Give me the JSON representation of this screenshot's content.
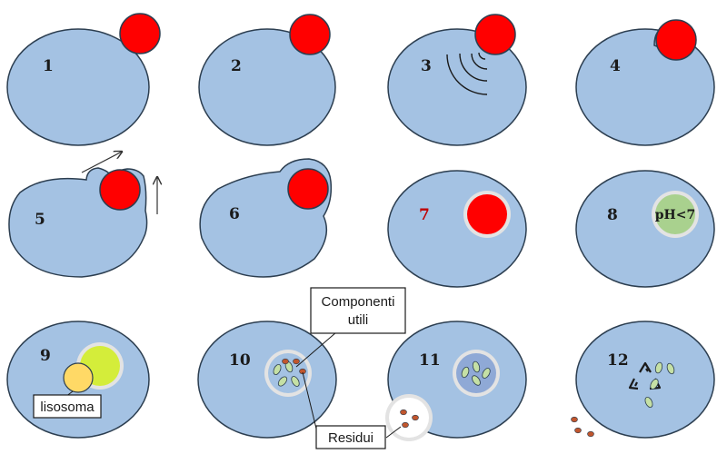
{
  "steps": [
    {
      "number": "1"
    },
    {
      "number": "2"
    },
    {
      "number": "3"
    },
    {
      "number": "4"
    },
    {
      "number": "5"
    },
    {
      "number": "6"
    },
    {
      "number": "7"
    },
    {
      "number": "8"
    },
    {
      "number": "9"
    },
    {
      "number": "10"
    },
    {
      "number": "11"
    },
    {
      "number": "12"
    }
  ],
  "labels": {
    "ph": "pH<7",
    "lisosoma": "lisosoma",
    "componenti_line1": "Componenti",
    "componenti_line2": "utili",
    "residui": "Residui"
  },
  "icons": {
    "recycle": "recycle-icon"
  },
  "colors": {
    "cell_fill": "#a4c2e3",
    "cell_stroke": "#2c3e50",
    "particle": "#ff0000",
    "vesicle_ring": "#e3e3e3",
    "acidic_content": "#a9d18e",
    "lysosome": "#ffd966",
    "fusion": "#d4ed3a",
    "useful_components": "#c5e0a5",
    "residues": "#c0562e",
    "step7_number": "#c00000"
  }
}
